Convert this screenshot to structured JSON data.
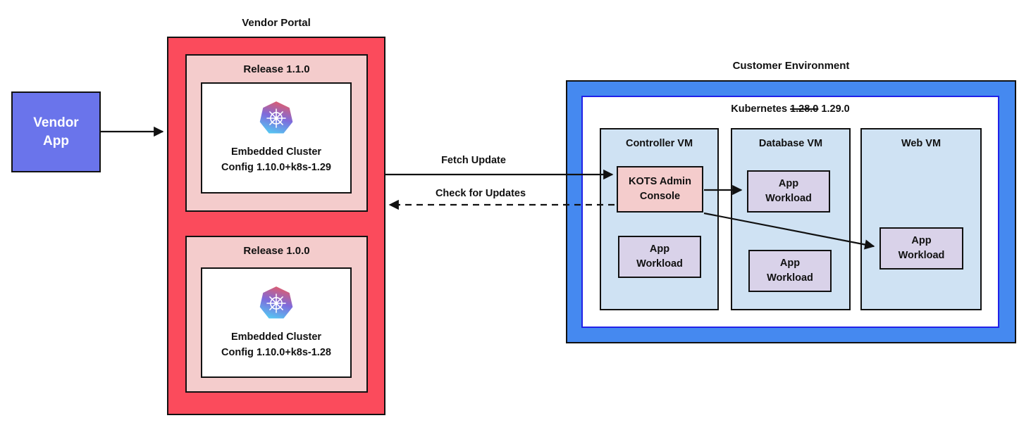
{
  "vendor_app": {
    "label": "Vendor App"
  },
  "vendor_portal": {
    "title": "Vendor Portal",
    "releases": [
      {
        "name": "Release 1.1.0",
        "icon": "kubernetes-icon",
        "config": "Embedded Cluster Config 1.10.0+k8s-1.29"
      },
      {
        "name": "Release 1.0.0",
        "icon": "kubernetes-icon",
        "config": "Embedded Cluster Config 1.10.0+k8s-1.28"
      }
    ]
  },
  "arrows": {
    "vendor_app_to_portal": "",
    "fetch_update_label": "Fetch Update",
    "check_for_updates_label": "Check for Updates"
  },
  "customer_environment": {
    "title": "Customer Environment",
    "kubernetes": {
      "prefix": "Kubernetes",
      "old_version": "1.28.0",
      "new_version": "1.29.0"
    },
    "vms": [
      {
        "name": "Controller VM",
        "components": [
          "KOTS Admin Console",
          "App Workload"
        ]
      },
      {
        "name": "Database VM",
        "components": [
          "App Workload",
          "App Workload"
        ]
      },
      {
        "name": "Web VM",
        "components": [
          "App Workload"
        ]
      }
    ]
  },
  "colors": {
    "portal_red": "#FB4B5C",
    "release_pink": "#F4CCCC",
    "vendor_app_blue": "#6A74EB",
    "customer_blue": "#4589F0",
    "cluster_border_blue": "#2121E8",
    "vm_light_blue": "#CFE2F3",
    "workload_purple": "#D9D2E9",
    "kots_pink": "#F4CCCC"
  }
}
